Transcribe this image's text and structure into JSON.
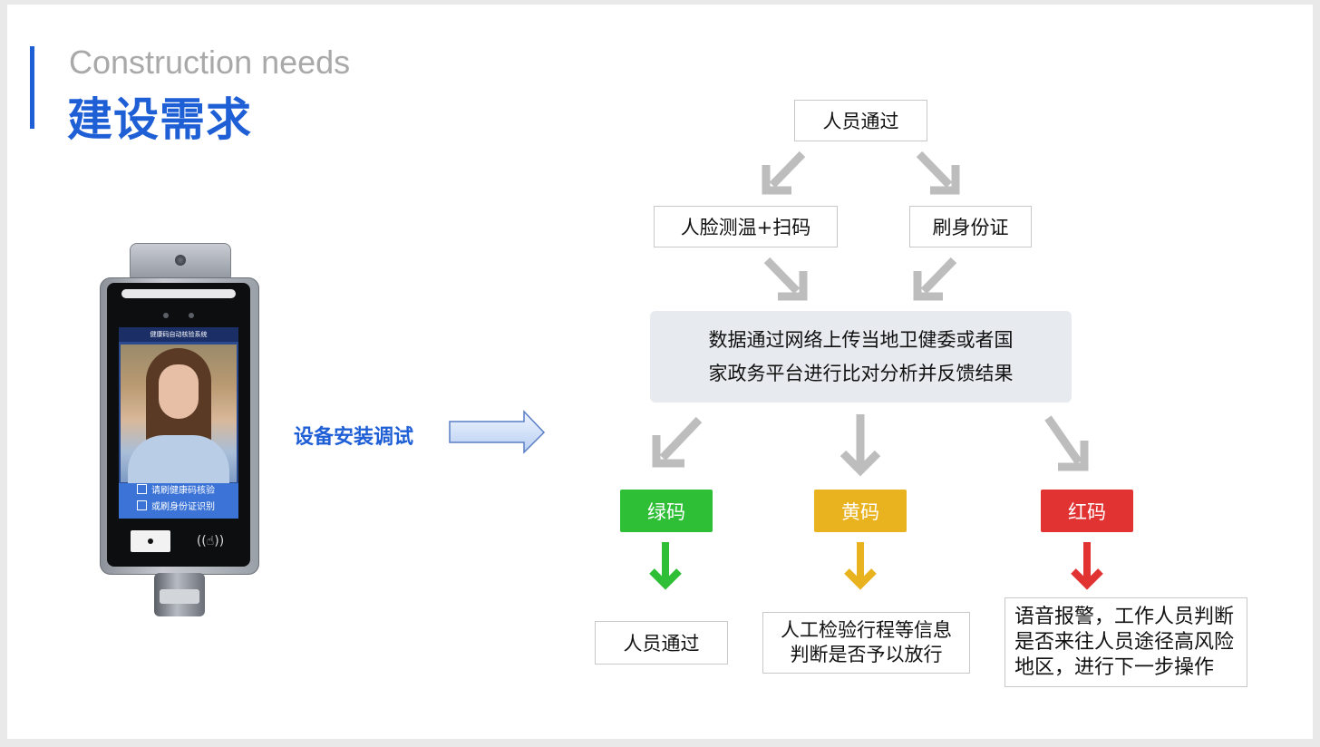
{
  "header": {
    "subtitle_en": "Construction needs",
    "title_cn": "建设需求"
  },
  "device": {
    "screen_title": "健康码自动核验系统",
    "screen_line1": "请刷健康码核验",
    "screen_line2": "或刷身份证识别",
    "nfc_symbol": "((☝))"
  },
  "install": {
    "label": "设备安装调试"
  },
  "flow": {
    "start": "人员通过",
    "branch_face": "人脸测温+扫码",
    "branch_id": "刷身份证",
    "upload_line1": "数据通过网络上传当地卫健委或者国",
    "upload_line2": "家政务平台进行比对分析并反馈结果",
    "codes": {
      "green": "绿码",
      "yellow": "黄码",
      "red": "红码"
    },
    "results": {
      "green": "人员通过",
      "yellow_line1": "人工检验行程等信息",
      "yellow_line2": "判断是否予以放行",
      "red_line1": "语音报警，工作人员判断",
      "red_line2": "是否来往人员途径高风险",
      "red_line3": "地区，进行下一步操作"
    }
  },
  "colors": {
    "brand_blue": "#1f5fd6",
    "green": "#2fbf37",
    "yellow": "#e9b21f",
    "red": "#e23333",
    "arrow_gray": "#bdbdbd",
    "panel_gray": "#e7eaee"
  }
}
